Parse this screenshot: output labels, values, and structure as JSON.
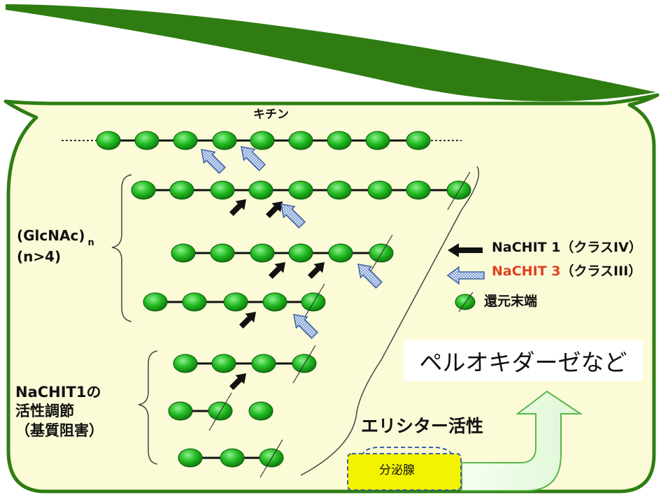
{
  "title": "キチン",
  "oligomer_label": "(GlcNAc)",
  "oligomer_subscript": "n",
  "oligomer_condition": "(n>4)",
  "regulation_label": "NaCHIT1の\n活性調節\n（基質阻害）",
  "legend": {
    "nachit1": "NaCHIT 1（クラスIV）",
    "nachit3_name": "NaCHIT 3",
    "nachit3_class": "（クラスIII）",
    "reducing_end": "還元末端"
  },
  "elicitor_label": "エリシター活性",
  "gland_label": "分泌腺",
  "result_label": "ペルオキダーゼなど",
  "colors": {
    "leaf_green": "#2f7d12",
    "leaf_fill": "#fbfbd8",
    "bead": "#1fb81f",
    "nachit3_highlight": "#e0401a",
    "gland_fill": "#f3f200",
    "arrow_fill": "#e6ffe0"
  }
}
